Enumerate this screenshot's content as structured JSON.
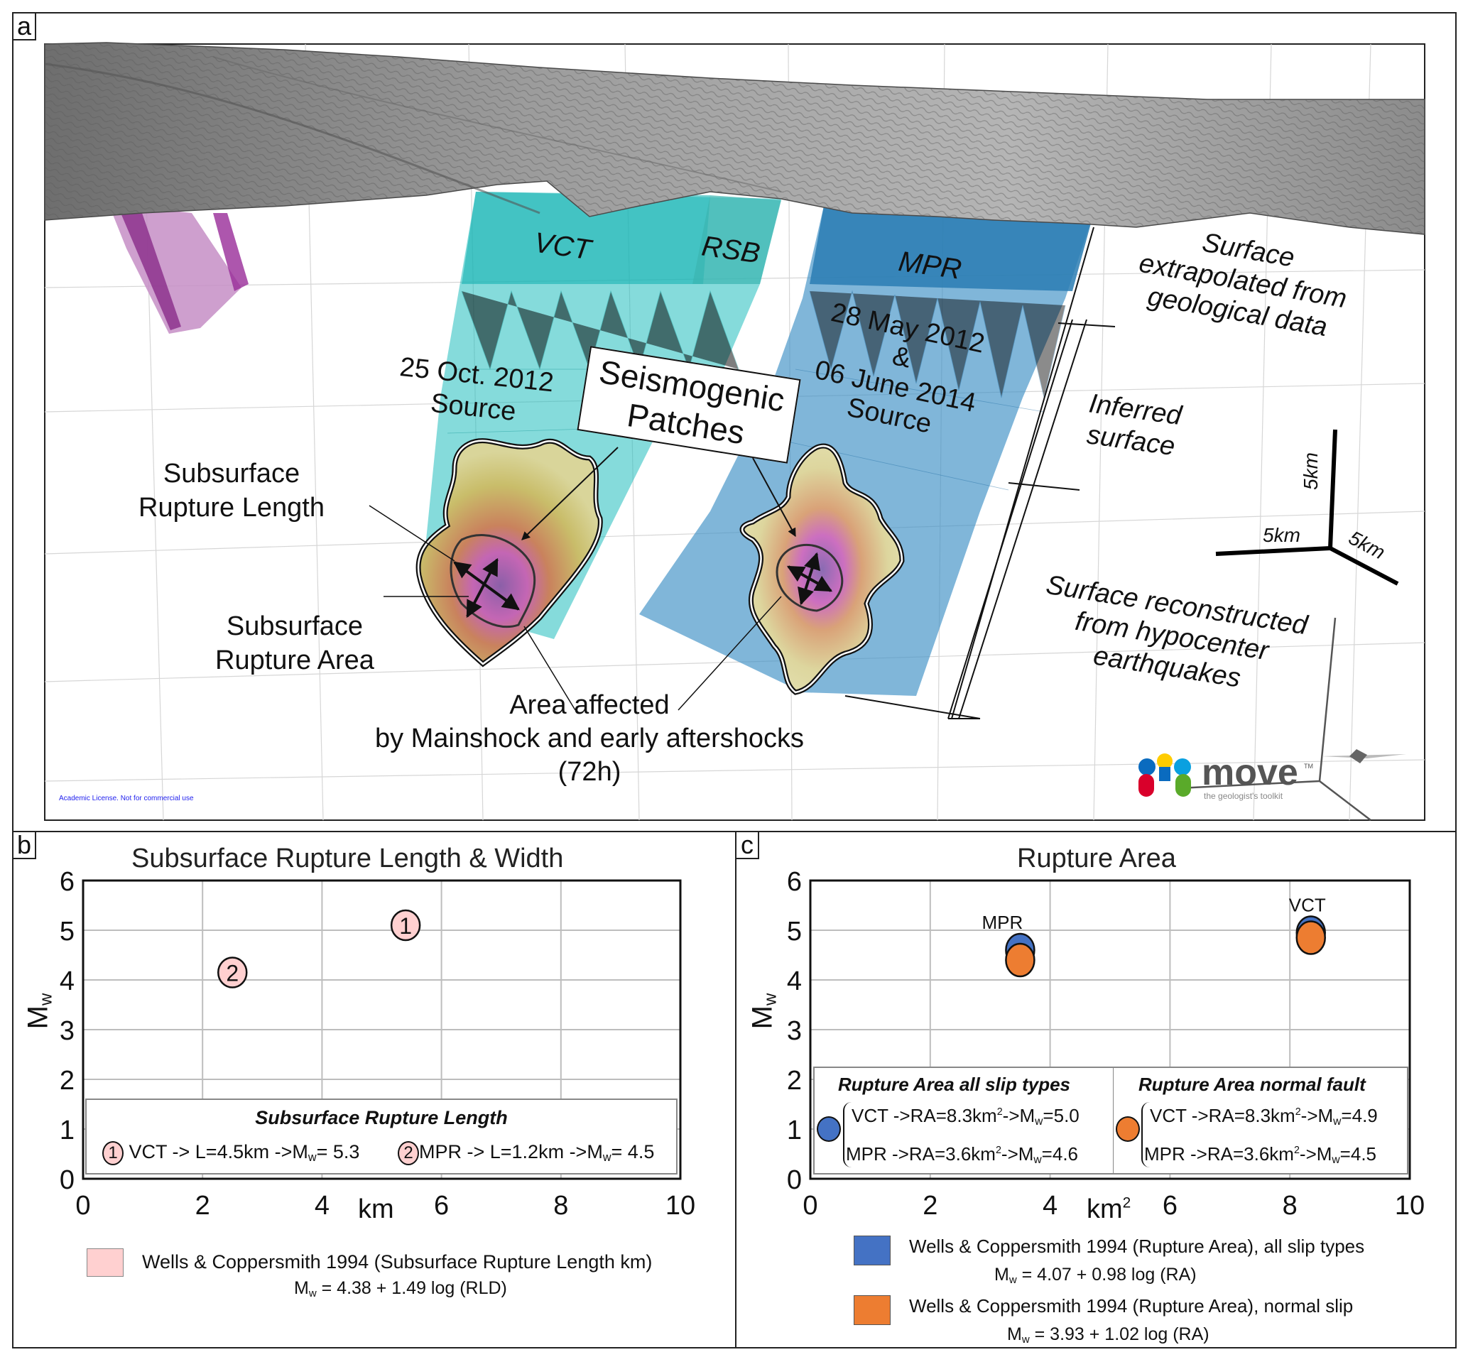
{
  "figure": {
    "panel_a": {
      "letter": "a",
      "fault_labels": {
        "vct": "VCT",
        "rsb": "RSB",
        "mpr": "MPR"
      },
      "source_vct": [
        "25 Oct. 2012",
        "Source"
      ],
      "source_mpr": [
        "28 May 2012",
        "&",
        "06 June 2014",
        "Source"
      ],
      "callout": [
        "Seismogenic",
        "Patches"
      ],
      "rupture_length_label": [
        "Subsurface",
        "Rupture Length"
      ],
      "rupture_area_label": [
        "Subsurface",
        "Rupture Area"
      ],
      "area_affected_label": [
        "Area affected",
        "by Mainshock and early aftershocks",
        "(72h)"
      ],
      "surface_extrapolated": [
        "Surface",
        "extrapolated  from",
        "geological data"
      ],
      "inferred_surface": [
        "Inferred",
        "surface"
      ],
      "surface_reconstructed": [
        "Surface reconstructed",
        "from hypocenter",
        "earthquakes"
      ],
      "scale_labels": {
        "vertical": "5km",
        "horizontal": "5km",
        "depth": "5km"
      },
      "license_text": "Academic License. Not for commercial use",
      "logo": {
        "name": "move",
        "tm": "TM",
        "tagline": "the geologist's toolkit"
      },
      "colors": {
        "vct": "#21bdbd",
        "mpr": "#3c8fc4",
        "magenta": "#a055a5",
        "terrain": "#9a9a9a"
      }
    }
  },
  "chart_data": [
    {
      "type": "scatter",
      "panel_letter": "b",
      "title": "Subsurface Rupture Length & Width",
      "xlabel": "km",
      "ylabel": "M",
      "ylabel_sub": "w",
      "xlim": [
        0,
        10
      ],
      "ylim": [
        0,
        6
      ],
      "xticks": [
        0,
        2,
        4,
        6,
        8,
        10
      ],
      "yticks": [
        0,
        1,
        2,
        3,
        4,
        5,
        6
      ],
      "grid": true,
      "points": [
        {
          "id": "1",
          "name": "VCT",
          "x": 5.4,
          "y": 5.1
        },
        {
          "id": "2",
          "name": "MPR",
          "x": 2.5,
          "y": 4.15
        }
      ],
      "marker_color": "#ffd0d0",
      "inset_legend": {
        "title": "Subsurface Rupture Length",
        "entries": [
          {
            "marker": "1",
            "pre": "VCT -> L=4.5km ->M",
            "sub": "w",
            "post": "= 5.3"
          },
          {
            "marker": "2",
            "pre": "MPR -> L=1.2km ->M",
            "sub": "w",
            "post": "= 4.5"
          }
        ]
      },
      "legend": {
        "position": "bottom",
        "color": "#ffd0d0",
        "label": "Wells & Coppersmith 1994 (Subsurface Rupture Length km)",
        "formula_pre": "M",
        "formula_sub": "w",
        "formula_post": " = 4.38 + 1.49 log (RLD)"
      }
    },
    {
      "type": "scatter",
      "panel_letter": "c",
      "title": "Rupture Area",
      "xlabel": "km",
      "xlabel_sup": "2",
      "ylabel": "M",
      "ylabel_sub": "w",
      "xlim": [
        0,
        10
      ],
      "ylim": [
        0,
        6
      ],
      "xticks": [
        0,
        2,
        4,
        6,
        8,
        10
      ],
      "yticks": [
        0,
        1,
        2,
        3,
        4,
        5,
        6
      ],
      "grid": true,
      "series": [
        {
          "name": "all slip types",
          "color": "#4472c4",
          "points": [
            {
              "label": "MPR",
              "x": 3.5,
              "y": 4.6
            },
            {
              "label": "VCT",
              "x": 8.35,
              "y": 4.95
            }
          ]
        },
        {
          "name": "normal slip",
          "color": "#ed7d31",
          "points": [
            {
              "label": "MPR",
              "x": 3.5,
              "y": 4.4
            },
            {
              "label": "VCT",
              "x": 8.35,
              "y": 4.85
            }
          ]
        }
      ],
      "point_labels": {
        "mpr": "MPR",
        "vct": "VCT"
      },
      "inset_legend": [
        {
          "title": "Rupture Area all slip types",
          "color": "#4472c4",
          "rows": [
            {
              "pre": "VCT ->RA=8.3km",
              "sup": "2",
              "mid": "->M",
              "sub": "w",
              "post": "=5.0"
            },
            {
              "pre": "MPR ->RA=3.6km",
              "sup": "2",
              "mid": "->M",
              "sub": "w",
              "post": "=4.6"
            }
          ]
        },
        {
          "title": "Rupture Area normal fault",
          "color": "#ed7d31",
          "rows": [
            {
              "pre": "VCT ->RA=8.3km",
              "sup": "2",
              "mid": "->M",
              "sub": "w",
              "post": "=4.9"
            },
            {
              "pre": "MPR ->RA=3.6km",
              "sup": "2",
              "mid": "->M",
              "sub": "w",
              "post": "=4.5"
            }
          ]
        }
      ],
      "legend": [
        {
          "color": "#4472c4",
          "label": "Wells & Coppersmith 1994 (Rupture Area), all slip types",
          "formula_pre": "M",
          "formula_sub": "w",
          "formula_post": " = 4.07 + 0.98 log (RA)"
        },
        {
          "color": "#ed7d31",
          "label": "Wells & Coppersmith 1994 (Rupture Area), normal slip",
          "formula_pre": "M",
          "formula_sub": "w",
          "formula_post": " = 3.93 + 1.02 log (RA)"
        }
      ]
    }
  ]
}
